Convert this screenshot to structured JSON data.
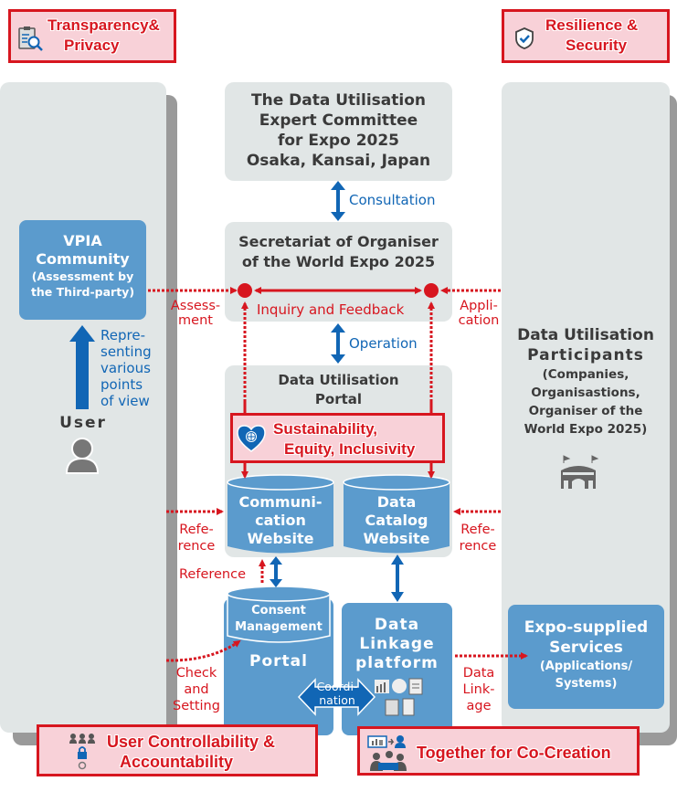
{
  "principles": {
    "transparency": {
      "line1": "Transparency&",
      "line2": "Privacy",
      "icon": "clipboard-search-icon"
    },
    "resilience": {
      "line1": "Resilience &",
      "line2": "Security",
      "icon": "shield-check-icon"
    },
    "sustainability": {
      "line1": "Sustainability,",
      "line2": "Equity, Inclusivity",
      "icon": "heart-globe-icon"
    },
    "controllability": {
      "line1": "User Controllability &",
      "line2": "Accountability",
      "icon": "users-lock-icon"
    },
    "cocreation": {
      "line1": "Together for Co-Creation",
      "icon": "team-collaboration-icon"
    }
  },
  "committee": {
    "lines": [
      "The Data Utilisation",
      "Expert Committee",
      "for Expo 2025",
      "Osaka, Kansai, Japan"
    ]
  },
  "secretariat": {
    "lines": [
      "Secretariat of Organiser",
      "of the World Expo 2025"
    ]
  },
  "portal_group": {
    "lines": [
      "Data Utilisation",
      "Portal"
    ]
  },
  "vpia": {
    "title1": "VPIA",
    "title2": "Community",
    "sub1": "(Assessment by",
    "sub2": "the Third-party)"
  },
  "user": {
    "label": "User",
    "icon": "user-icon"
  },
  "participants": {
    "title1": "Data Utilisation",
    "title2": "Participants",
    "sub": [
      "(Companies,",
      "Organisastions,",
      "Organiser of the",
      "World Expo 2025)"
    ],
    "icon": "stadium-icon"
  },
  "communication_website": {
    "lines": [
      "Communi-",
      "cation",
      "Website"
    ]
  },
  "catalog_website": {
    "lines": [
      "Data",
      "Catalog",
      "Website"
    ]
  },
  "consent": {
    "lines": [
      "Consent",
      "Management"
    ],
    "portal": "Portal"
  },
  "linkage": {
    "lines": [
      "Data",
      "Linkage",
      "platform"
    ],
    "icons": [
      "chart-icon",
      "pie-chart-icon",
      "clipboard-icon",
      "documents-icon",
      "document-icon"
    ]
  },
  "services": {
    "title1": "Expo-supplied",
    "title2": "Services",
    "sub1": "(Applications/",
    "sub2": "Systems)"
  },
  "labels": {
    "consultation": "Consultation",
    "operation": "Operation",
    "inquiry": "Inquiry and Feedback",
    "assessment": [
      "Assess-",
      "ment"
    ],
    "application": [
      "Appli-",
      "cation"
    ],
    "representing": [
      "Repre-",
      "senting",
      "various",
      "points",
      "of view"
    ],
    "reference_left": [
      "Refe-",
      "rence"
    ],
    "reference_right": [
      "Refe-",
      "rence"
    ],
    "reference_mid": "Reference",
    "check": [
      "Check",
      "and",
      "Setting"
    ],
    "data_linkage": [
      "Data",
      "Link-",
      "age"
    ],
    "coordination": [
      "Coordi-",
      "nation"
    ]
  },
  "colors": {
    "red": "#d7161f",
    "blue": "#1166b5",
    "box_blue": "#5b9bcd",
    "grey": "#e1e6e6",
    "pink": "#f8d1d8"
  }
}
